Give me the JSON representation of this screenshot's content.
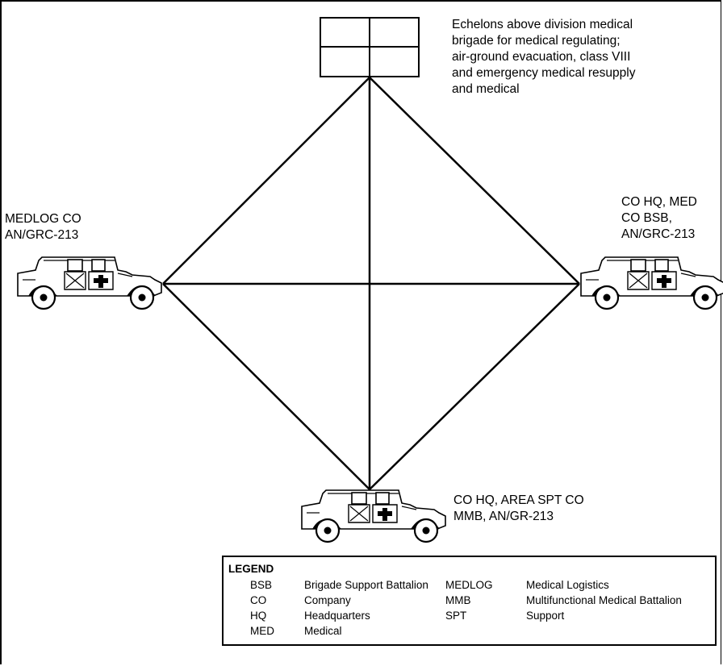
{
  "hq_label": "Echelons above division medical\nbrigade for medical regulating;\nair-ground evacuation, class VIII\nand emergency medical resupply\nand medical",
  "nodes": {
    "left": "MEDLOG CO\nAN/GRC-213",
    "right": "CO HQ, MED\nCO BSB,\nAN/GRC-213",
    "bottom": "CO HQ, AREA SPT CO\nMMB, AN/GR-213"
  },
  "legend": {
    "title": "LEGEND",
    "left_column": [
      {
        "abbr": "BSB",
        "meaning": "Brigade Support Battalion"
      },
      {
        "abbr": "CO",
        "meaning": "Company"
      },
      {
        "abbr": "HQ",
        "meaning": "Headquarters"
      },
      {
        "abbr": "MED",
        "meaning": "Medical"
      }
    ],
    "right_column": [
      {
        "abbr": "MEDLOG",
        "meaning": "Medical Logistics"
      },
      {
        "abbr": "MMB",
        "meaning": "Multifunctional Medical Battalion"
      },
      {
        "abbr": "SPT",
        "meaning": "Support"
      }
    ]
  },
  "icons": {
    "vehicle": "ambulance-vehicle-icon",
    "hq_symbol": "headquarters-box-icon"
  },
  "colors": {
    "line": "#000000",
    "background": "#ffffff"
  }
}
